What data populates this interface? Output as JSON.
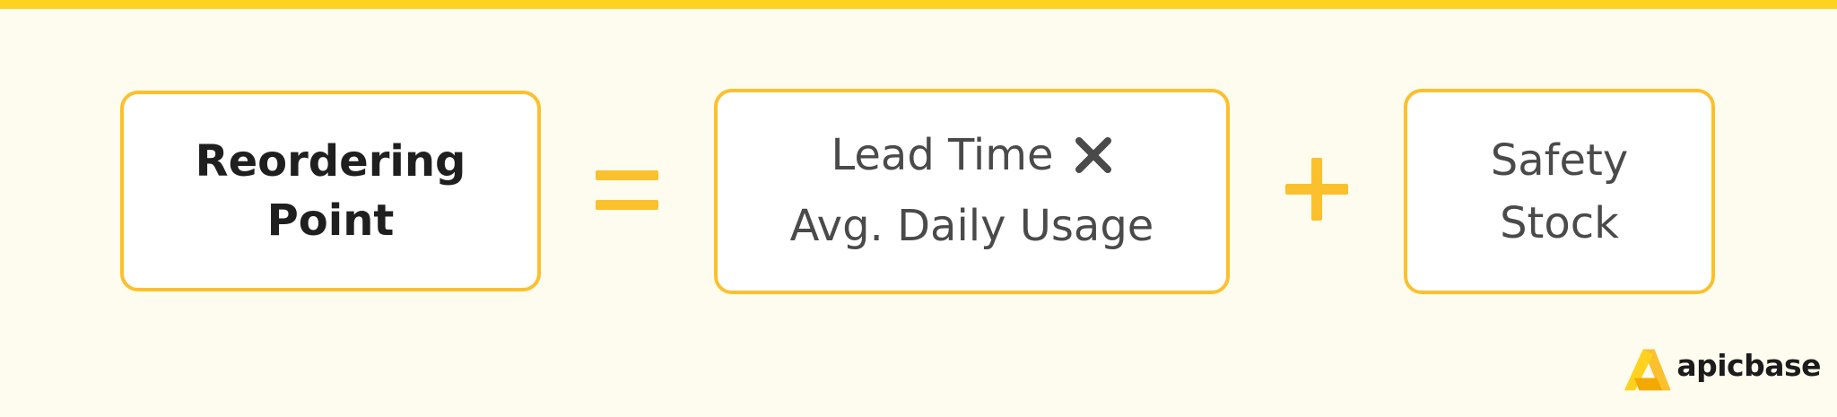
{
  "formula": {
    "result": {
      "line1": "Reordering",
      "line2": "Point"
    },
    "equals_operator": "=",
    "product": {
      "line1": "Lead Time",
      "operator": "✕",
      "line2": "Avg. Daily Usage"
    },
    "plus_operator": "+",
    "safety": {
      "line1": "Safety",
      "line2": "Stock"
    }
  },
  "brand": {
    "name": "apicbase",
    "icon": "apicbase-logo-icon"
  },
  "colors": {
    "background": "#FEFCEE",
    "accent": "#FBC02D",
    "top_bar": "#FFD21F",
    "box_fill": "#FFFFFF",
    "result_text": "#1F1F1F",
    "term_text": "#4A4A4A"
  }
}
